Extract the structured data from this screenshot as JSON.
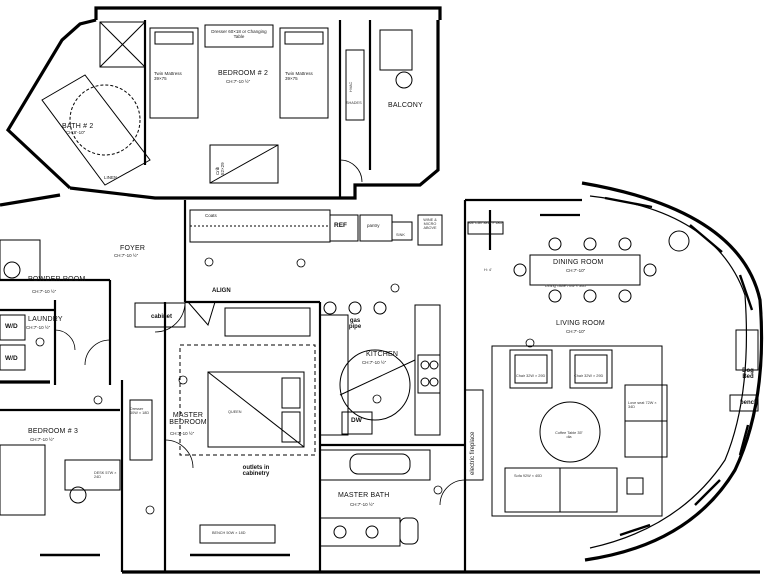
{
  "rooms": {
    "bedroom2": {
      "name": "BEDROOM # 2",
      "ch": "CH:7'-10 ½\""
    },
    "bath2": {
      "name": "BATH # 2",
      "ch": "CH:8'-10\""
    },
    "linen": "LINEN",
    "balcony": "BALCONY",
    "foyer": {
      "name": "FOYER",
      "ch": "CH:7'-10 ½\""
    },
    "powder": {
      "name": "POWDER ROOM",
      "ch": "CH:7'-10 ½\""
    },
    "laundry": {
      "name": "LAUNDRY",
      "ch": "CH:7'-10 ½\""
    },
    "kitchen": {
      "name": "KITCHEN",
      "ch": "CH:7'-10 ½\""
    },
    "dining": {
      "name": "DINING ROOM",
      "ch": "CH:7'-10\""
    },
    "living": {
      "name": "LIVING ROOM",
      "ch": "CH:7'-10\""
    },
    "master_bed": {
      "name": "MASTER BEDROOM",
      "ch": "CH:7'-10 ½\""
    },
    "master_bath": {
      "name": "MASTER BATH",
      "ch": "CH:7'-10 ½\""
    },
    "bedroom3": {
      "name": "BEDROOM # 3",
      "ch": "CH:7'-10 ½\""
    }
  },
  "furniture": {
    "dresser": "Dresser 60×18 or Changing Table",
    "twin_left": "Twin Mattress 39×75",
    "twin_right": "Twin Mattress 39×75",
    "crib": "Crib 52×29",
    "coats": "Coats",
    "ref": "REF",
    "pantry": "pantry",
    "sink": "SINK",
    "wine_micro": "WINE & MICRO ABOVE",
    "bar_cart": "Bar Cart 38W × 18D",
    "dining_table": "Dining Table 70W × 30D",
    "chair_left": "Chair 32W × 29D",
    "chair_right": "Chair 32W × 29D",
    "coffee_table": "Coffee Table 35\" dia",
    "love_seat": "Love seat 72W × 34D",
    "sofa": "Sofa 92W × 40D",
    "dog_bed": "Dog Bed",
    "bench_lr": "bench",
    "fireplace": "electric fireplace",
    "queen": "QUEEN",
    "dresser_master": "Dresser 60W × 18D",
    "bench_master": "BENCH 50W × 18D",
    "outlets": "outlets in cabinetry",
    "desk": "DESK 57W × 24D",
    "cabinet": "cabinet",
    "dw": "DW",
    "gas_pipe": "gas pipe",
    "wd_top": "W/D",
    "wd_bottom": "W/D",
    "hvac": "HVAC",
    "shades": "SHADES",
    "align": "ALIGN",
    "h_tag": "H: 4'"
  }
}
